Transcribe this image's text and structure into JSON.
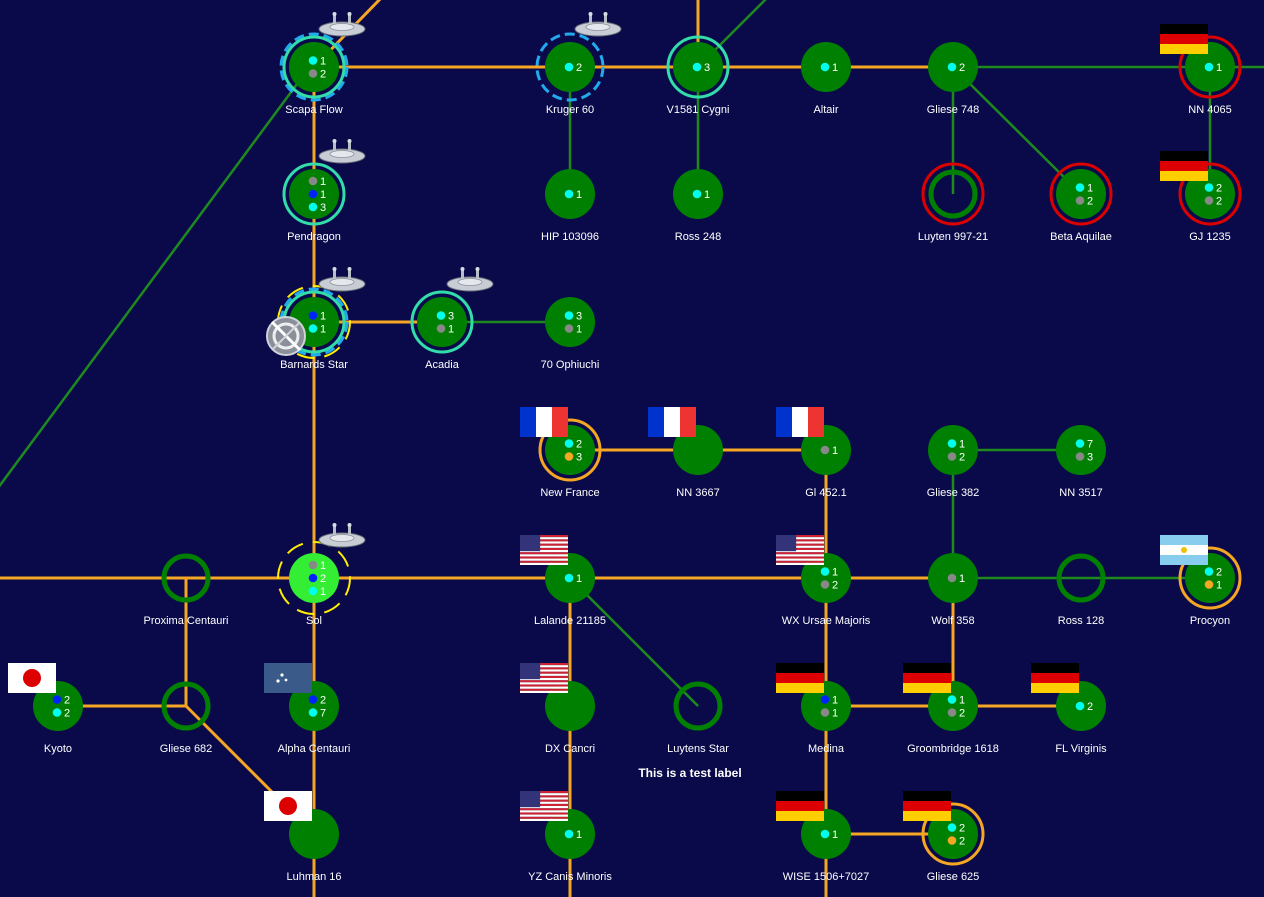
{
  "colors": {
    "background": "#0a0a4a",
    "node_fill": "#008000",
    "node_fill_home": "#33ee33",
    "lane_major": "#f5a623",
    "lane_minor": "#1e8a1e",
    "ring_cyan": "#33ddaa",
    "ring_red": "#dd0000",
    "ring_orange": "#f5a623",
    "ring_yellow": "#ffee00",
    "ring_blue_dashed": "#22aaee",
    "dot_cyan": "#00ffee",
    "dot_grey": "#888888",
    "dot_blue": "#0022ff",
    "dot_orange": "#f5a623"
  },
  "test_label": "This is a test label",
  "systems": [
    {
      "id": "scapa",
      "name": "Scapa Flow",
      "style": "fill",
      "ring": "cyan",
      "dashed": true,
      "ship": true,
      "dots": [
        [
          "cyan",
          "1"
        ],
        [
          "grey",
          "2"
        ]
      ]
    },
    {
      "id": "kruger",
      "name": "Kruger 60",
      "style": "fill",
      "ring": null,
      "dashed": true,
      "ship": true,
      "dots": [
        [
          "cyan",
          "2"
        ]
      ]
    },
    {
      "id": "v1581",
      "name": "V1581 Cygni",
      "style": "fill",
      "ring": "cyan",
      "dots": [
        [
          "cyan",
          "3"
        ]
      ]
    },
    {
      "id": "altair",
      "name": "Altair",
      "style": "fill",
      "dots": [
        [
          "cyan",
          "1"
        ]
      ]
    },
    {
      "id": "g748",
      "name": "Gliese 748",
      "style": "fill",
      "dots": [
        [
          "cyan",
          "2"
        ]
      ]
    },
    {
      "id": "nn4065",
      "name": "NN 4065",
      "style": "fill",
      "ring": "red",
      "flag": "germany",
      "dots": [
        [
          "cyan",
          "1"
        ]
      ]
    },
    {
      "id": "pendragon",
      "name": "Pendragon",
      "style": "fill",
      "ring": "cyan",
      "ship": true,
      "dots": [
        [
          "grey",
          "1"
        ],
        [
          "blue",
          "1"
        ],
        [
          "cyan",
          "3"
        ]
      ]
    },
    {
      "id": "hip103096",
      "name": "HIP 103096",
      "style": "fill",
      "dots": [
        [
          "cyan",
          "1"
        ]
      ]
    },
    {
      "id": "ross248",
      "name": "Ross 248",
      "style": "fill",
      "dots": [
        [
          "cyan",
          "1"
        ]
      ]
    },
    {
      "id": "luyten997",
      "name": "Luyten 997-21",
      "style": "hollow",
      "ring": "red",
      "dots": []
    },
    {
      "id": "betaaq",
      "name": "Beta Aquilae",
      "style": "fill",
      "ring": "red",
      "dots": [
        [
          "cyan",
          "1"
        ],
        [
          "grey",
          "2"
        ]
      ]
    },
    {
      "id": "gj1235",
      "name": "GJ 1235",
      "style": "fill",
      "ring": "red",
      "flag": "germany",
      "dots": [
        [
          "cyan",
          "2"
        ],
        [
          "grey",
          "2"
        ]
      ]
    },
    {
      "id": "barnard",
      "name": "Barnards Star",
      "style": "fill",
      "ring": "cyan",
      "dashed": true,
      "yellow": true,
      "ship": true,
      "station": true,
      "dots": [
        [
          "blue",
          "1"
        ],
        [
          "cyan",
          "1"
        ]
      ]
    },
    {
      "id": "acadia",
      "name": "Acadia",
      "style": "fill",
      "ring": "cyan",
      "ship": true,
      "dots": [
        [
          "cyan",
          "3"
        ],
        [
          "grey",
          "1"
        ]
      ]
    },
    {
      "id": "70oph",
      "name": "70 Ophiuchi",
      "style": "fill",
      "dots": [
        [
          "cyan",
          "3"
        ],
        [
          "grey",
          "1"
        ]
      ]
    },
    {
      "id": "newfrance",
      "name": "New France",
      "style": "fill",
      "ring": "orange",
      "flag": "france",
      "dots": [
        [
          "cyan",
          "2"
        ],
        [
          "orange",
          "3"
        ]
      ]
    },
    {
      "id": "nn3667",
      "name": "NN 3667",
      "style": "fill",
      "flag": "france",
      "dots": []
    },
    {
      "id": "gl4521",
      "name": "Gl 452.1",
      "style": "fill",
      "flag": "france",
      "dots": [
        [
          "grey",
          "1"
        ]
      ]
    },
    {
      "id": "g382",
      "name": "Gliese 382",
      "style": "fill",
      "dots": [
        [
          "cyan",
          "1"
        ],
        [
          "grey",
          "2"
        ]
      ]
    },
    {
      "id": "nn3517",
      "name": "NN 3517",
      "style": "fill",
      "dots": [
        [
          "cyan",
          "7"
        ],
        [
          "grey",
          "3"
        ]
      ]
    },
    {
      "id": "proxima",
      "name": "Proxima Centauri",
      "style": "hollow",
      "dots": []
    },
    {
      "id": "sol",
      "name": "Sol",
      "style": "home",
      "yellow": true,
      "ship": true,
      "dots": [
        [
          "grey",
          "1"
        ],
        [
          "blue",
          "2"
        ],
        [
          "cyan",
          "1"
        ]
      ]
    },
    {
      "id": "lalande",
      "name": "Lalande 21185",
      "style": "fill",
      "flag": "usa",
      "dots": [
        [
          "cyan",
          "1"
        ]
      ]
    },
    {
      "id": "wxuma",
      "name": "WX Ursae Majoris",
      "style": "fill",
      "flag": "usa",
      "dots": [
        [
          "cyan",
          "1"
        ],
        [
          "grey",
          "2"
        ]
      ]
    },
    {
      "id": "wolf359",
      "name": "Wolf 358",
      "style": "fill",
      "dots": [
        [
          "grey",
          "1"
        ]
      ]
    },
    {
      "id": "ross128",
      "name": "Ross 128",
      "style": "hollow",
      "dots": []
    },
    {
      "id": "procyon",
      "name": "Procyon",
      "style": "fill",
      "ring": "orange",
      "flag": "argentina",
      "dots": [
        [
          "cyan",
          "2"
        ],
        [
          "orange",
          "1"
        ]
      ]
    },
    {
      "id": "kyoto",
      "name": "Kyoto",
      "style": "fill",
      "flag": "japan",
      "dots": [
        [
          "blue",
          "2"
        ],
        [
          "cyan",
          "2"
        ]
      ]
    },
    {
      "id": "g682",
      "name": "Gliese 682",
      "style": "hollow",
      "dots": []
    },
    {
      "id": "alphacen",
      "name": "Alpha Centauri",
      "style": "fill",
      "flag": "nz",
      "dots": [
        [
          "blue",
          "2"
        ],
        [
          "cyan",
          "7"
        ]
      ]
    },
    {
      "id": "dxcancri",
      "name": "DX Cancri",
      "style": "fill",
      "flag": "usa",
      "dots": []
    },
    {
      "id": "luytens",
      "name": "Luytens Star",
      "style": "hollow",
      "dots": []
    },
    {
      "id": "medina",
      "name": "Medina",
      "style": "fill",
      "flag": "germany",
      "dots": [
        [
          "blue",
          "1"
        ],
        [
          "grey",
          "1"
        ]
      ]
    },
    {
      "id": "groom1618",
      "name": "Groombridge 1618",
      "style": "fill",
      "flag": "germany",
      "dots": [
        [
          "cyan",
          "1"
        ],
        [
          "grey",
          "2"
        ]
      ]
    },
    {
      "id": "flvir",
      "name": "FL Virginis",
      "style": "fill",
      "flag": "germany",
      "dots": [
        [
          "cyan",
          "2"
        ]
      ]
    },
    {
      "id": "luhman16",
      "name": "Luhman 16",
      "style": "fill",
      "flag": "japan",
      "dots": []
    },
    {
      "id": "yzcmi",
      "name": "YZ Canis Minoris",
      "style": "fill",
      "flag": "usa",
      "dots": [
        [
          "cyan",
          "1"
        ]
      ]
    },
    {
      "id": "wise1506",
      "name": "WISE 1506+7027",
      "style": "fill",
      "flag": "germany",
      "dots": [
        [
          "cyan",
          "1"
        ]
      ]
    },
    {
      "id": "g625",
      "name": "Gliese 625",
      "style": "fill",
      "ring": "orange",
      "flag": "germany",
      "dots": [
        [
          "cyan",
          "2"
        ],
        [
          "orange",
          "2"
        ]
      ]
    }
  ],
  "lanes": [
    [
      "scapa",
      "kruger",
      "major"
    ],
    [
      "kruger",
      "v1581",
      "major"
    ],
    [
      "v1581",
      "altair",
      "major"
    ],
    [
      "altair",
      "g748",
      "major"
    ],
    [
      "g748",
      "nn4065",
      "minor"
    ],
    [
      "scapa",
      "pendragon",
      "major"
    ],
    [
      "pendragon",
      "barnard",
      "major"
    ],
    [
      "barnard",
      "sol",
      "major"
    ],
    [
      "sol",
      "alphacen",
      "major"
    ],
    [
      "alphacen",
      "luhman16",
      "major"
    ],
    [
      "kruger",
      "hip103096",
      "minor"
    ],
    [
      "v1581",
      "ross248",
      "minor"
    ],
    [
      "g748",
      "luyten997",
      "minor"
    ],
    [
      "g748",
      "betaaq",
      "minor"
    ],
    [
      "nn4065",
      "gj1235",
      "minor"
    ],
    [
      "barnard",
      "acadia",
      "major"
    ],
    [
      "acadia",
      "70oph",
      "minor"
    ],
    [
      "newfrance",
      "nn3667",
      "major"
    ],
    [
      "nn3667",
      "gl4521",
      "major"
    ],
    [
      "gl4521",
      "wxuma",
      "major"
    ],
    [
      "g382",
      "nn3517",
      "minor"
    ],
    [
      "g382",
      "wolf359",
      "minor"
    ],
    [
      "proxima",
      "sol",
      "major"
    ],
    [
      "sol",
      "lalande",
      "major"
    ],
    [
      "lalande",
      "wxuma",
      "major"
    ],
    [
      "wxuma",
      "wolf359",
      "major"
    ],
    [
      "wolf359",
      "ross128",
      "minor"
    ],
    [
      "ross128",
      "procyon",
      "minor"
    ],
    [
      "proxima",
      "g682",
      "major"
    ],
    [
      "kyoto",
      "g682",
      "major"
    ],
    [
      "g682",
      "luhman16",
      "major"
    ],
    [
      "lalande",
      "dxcancri",
      "major"
    ],
    [
      "dxcancri",
      "yzcmi",
      "major"
    ],
    [
      "lalande",
      "luytens",
      "minor"
    ],
    [
      "wxuma",
      "medina",
      "major"
    ],
    [
      "medina",
      "groom1618",
      "major"
    ],
    [
      "groom1618",
      "flvir",
      "major"
    ],
    [
      "wolf359",
      "groom1618",
      "major"
    ],
    [
      "medina",
      "wise1506",
      "major"
    ],
    [
      "wise1506",
      "g625",
      "major"
    ]
  ]
}
